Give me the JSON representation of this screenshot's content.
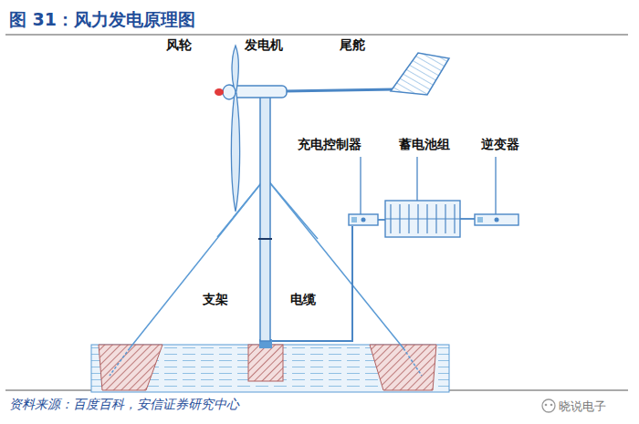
{
  "diagram": {
    "title": "图 31：风力发电原理图",
    "caption": "资料来源：百度百科，安信证券研究中心",
    "nodes": [
      {
        "text": [
          "充电控制器"
        ]
      },
      {
        "text": [
          "蓄电池组"
        ]
      },
      {
        "text": [
          "逆变器"
        ]
      }
    ],
    "edges": [
      {
        "from": 0,
        "to": 1,
        "arrow": "none"
      },
      {
        "from": 1,
        "to": 2,
        "arrow": "none"
      }
    ],
    "labels": [
      "风轮",
      "发电机",
      "尾舵",
      "支架",
      "电缆",
      "晓说电子"
    ]
  }
}
